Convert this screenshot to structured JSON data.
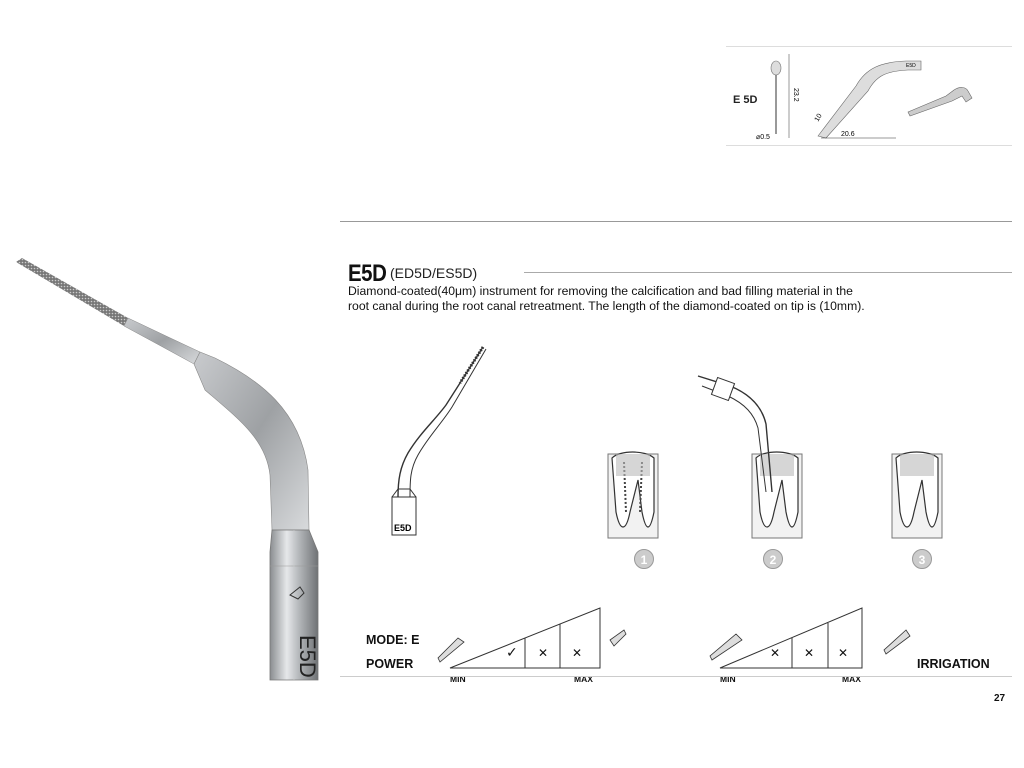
{
  "product": {
    "code": "E5D",
    "variants": "(ED5D/ES5D)",
    "description_line1": "Diamond-coated(40μm) instrument for removing the calcification and bad filling material in the",
    "description_line2": "root canal during the root canal retreatment. The length of the diamond-coated on tip is (10mm)."
  },
  "spec": {
    "label": "E 5D",
    "dim_height": "23.2",
    "dim_tip": "10",
    "dim_width": "20.6",
    "dim_diameter": "⌀0.5",
    "tip_marking": "E5D"
  },
  "tip_illustration": {
    "marking": "E5D",
    "big_marking": "E5D"
  },
  "steps": [
    "1",
    "2",
    "3"
  ],
  "settings": {
    "mode_label": "MODE: E",
    "power_label": "POWER",
    "irrigation_label": "IRRIGATION",
    "min_label": "MIN",
    "max_label": "MAX",
    "power_marks": [
      "✓",
      "✕",
      "✕"
    ],
    "irrigation_marks": [
      "✕",
      "✕",
      "✕"
    ]
  },
  "page_number": "27"
}
